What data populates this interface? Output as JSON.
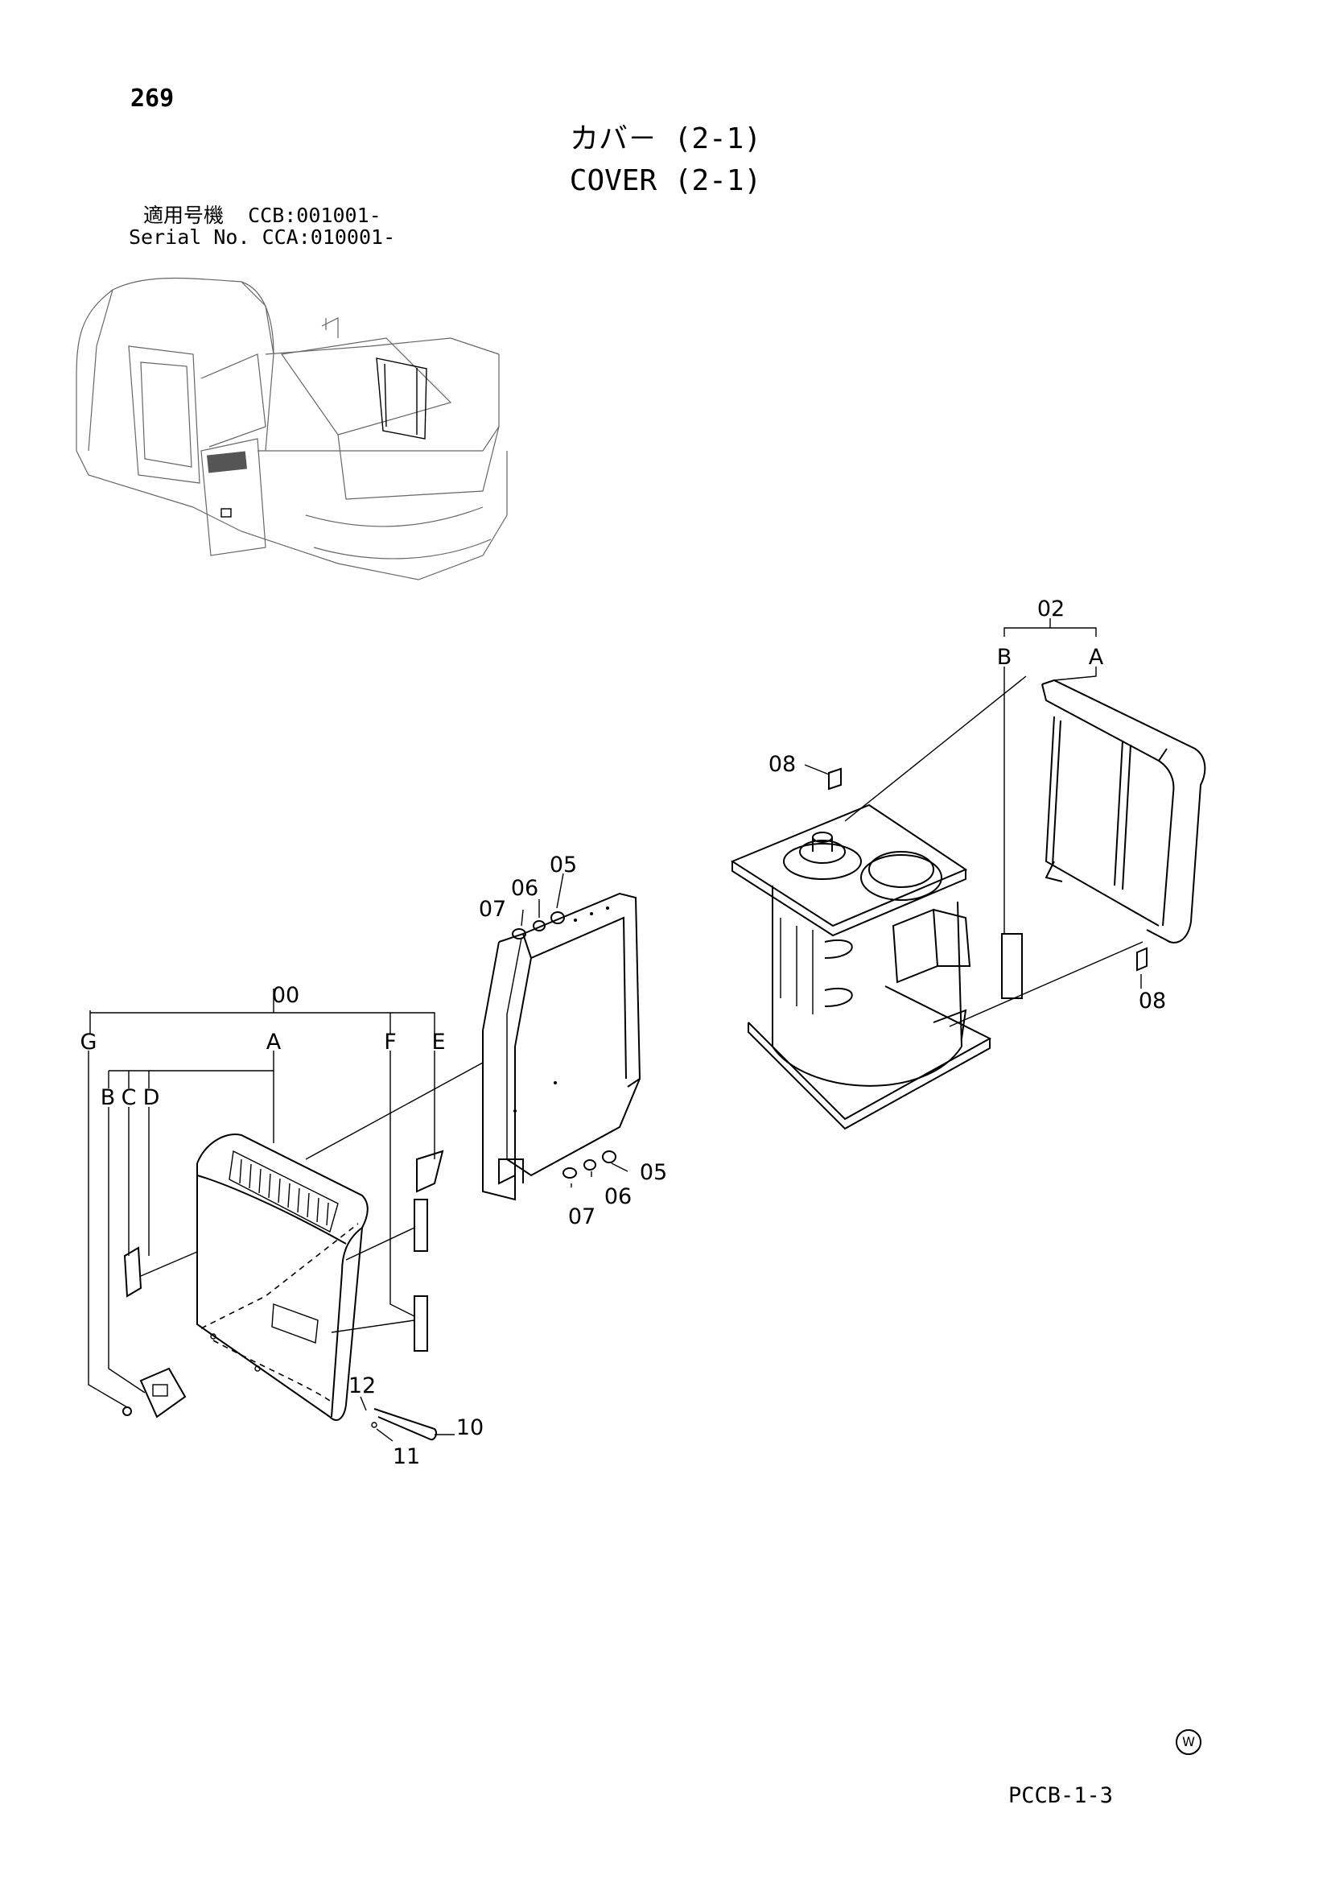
{
  "header": {
    "page_number": "269",
    "title_jp": "カバ－ (2-1)",
    "title_en": "COVER (2-1)",
    "serial_jp": "適用号機  CCB:001001-",
    "serial_en": "Serial No. CCA:010001-"
  },
  "callouts": {
    "c00": "00",
    "c02": "02",
    "c05a": "05",
    "c05b": "05",
    "c06a": "06",
    "c06b": "06",
    "c07a": "07",
    "c07b": "07",
    "c08a": "08",
    "c08b": "08",
    "c10": "10",
    "c11": "11",
    "c12": "12"
  },
  "letters": {
    "assy00": [
      "G",
      "A",
      "F",
      "E"
    ],
    "sub00": [
      "B",
      "C",
      "D"
    ],
    "assy02": [
      "B",
      "A"
    ]
  },
  "footer": {
    "code": "PCCB-1-3",
    "mark": "W"
  }
}
